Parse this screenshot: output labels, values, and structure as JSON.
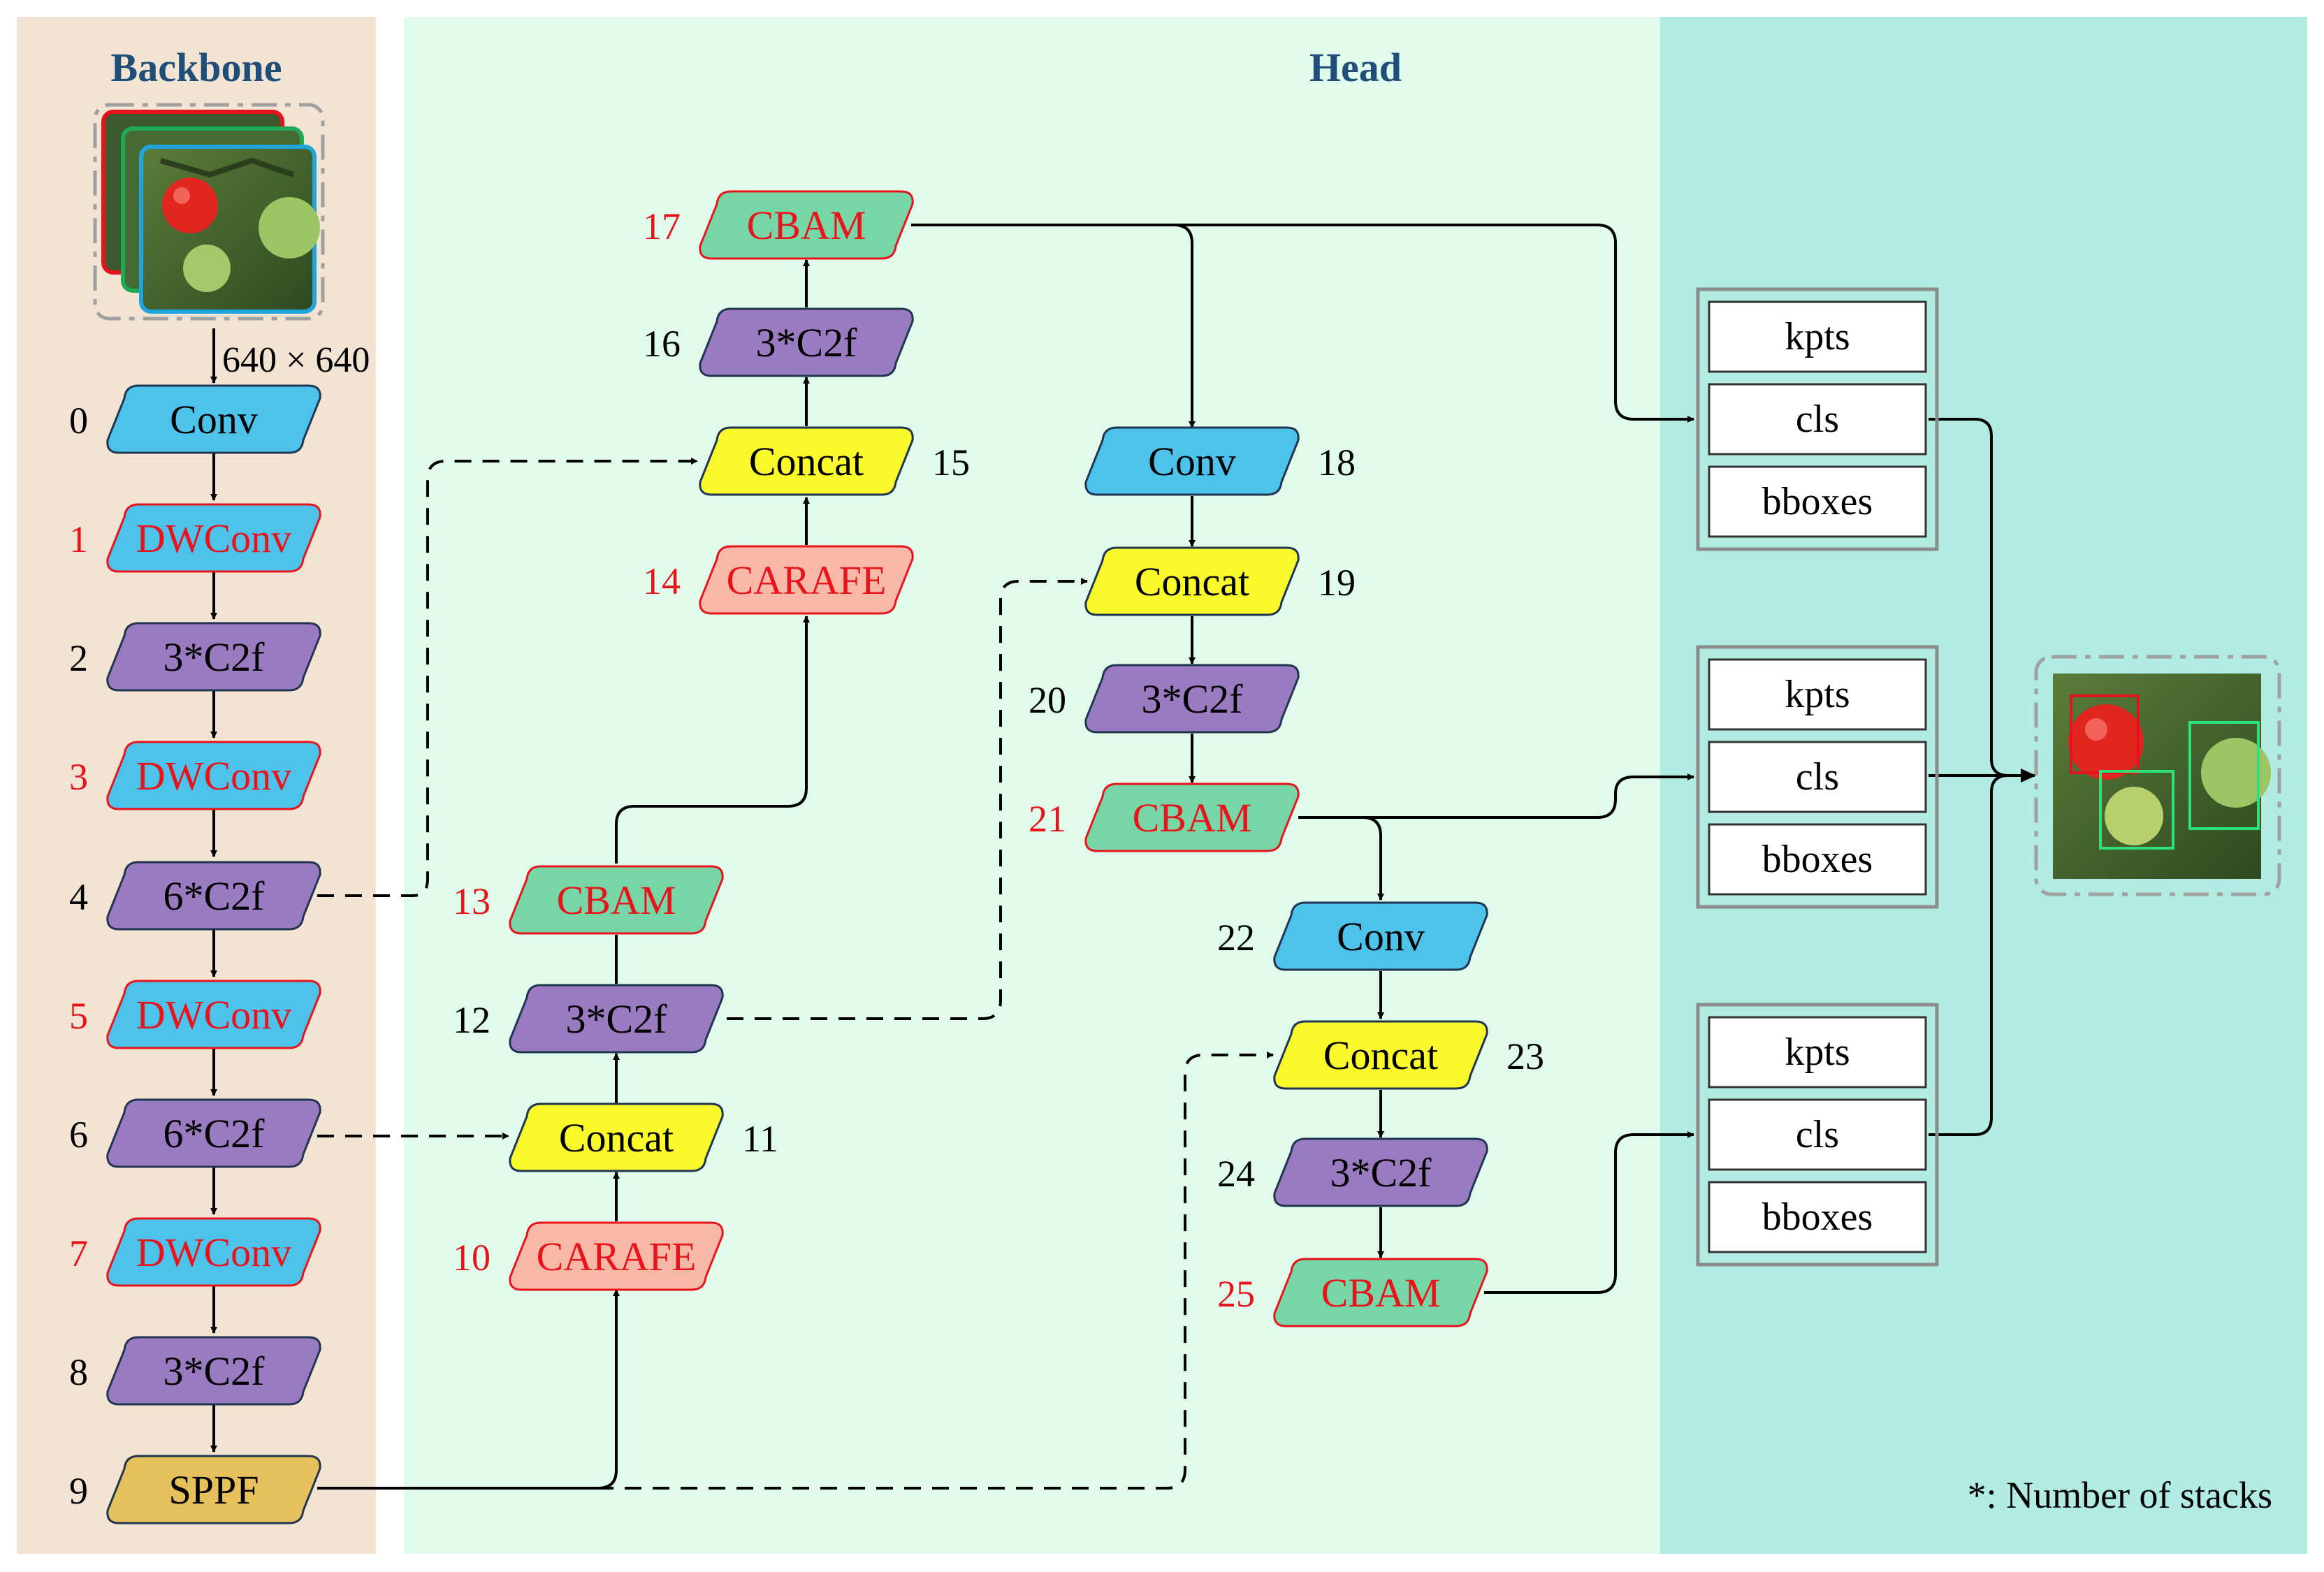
{
  "sections": {
    "backbone_title": "Backbone",
    "head_title": "Head"
  },
  "input_size": "640 × 640",
  "footnote": "*: Number of stacks",
  "colors": {
    "backbone_bg": "#f2e3d3",
    "neck_bg": "#e0fbec",
    "head_bg": "#b1ebe1",
    "title": "#1f4e79",
    "modified": "#e8131b",
    "conv": "#4dc3ec",
    "c2f": "#9a7bc1",
    "concat": "#f9f92c",
    "cbam": "#76d6a6",
    "carafe": "#f8b8a8",
    "sppf": "#e5c05b"
  },
  "backbone": [
    {
      "index": "0",
      "label": "Conv",
      "kind": "conv",
      "modified": false
    },
    {
      "index": "1",
      "label": "DWConv",
      "kind": "conv",
      "modified": true
    },
    {
      "index": "2",
      "label": "3*C2f",
      "kind": "c2f",
      "modified": false
    },
    {
      "index": "3",
      "label": "DWConv",
      "kind": "conv",
      "modified": true
    },
    {
      "index": "4",
      "label": "6*C2f",
      "kind": "c2f",
      "modified": false
    },
    {
      "index": "5",
      "label": "DWConv",
      "kind": "conv",
      "modified": true
    },
    {
      "index": "6",
      "label": "6*C2f",
      "kind": "c2f",
      "modified": false
    },
    {
      "index": "7",
      "label": "DWConv",
      "kind": "conv",
      "modified": true
    },
    {
      "index": "8",
      "label": "3*C2f",
      "kind": "c2f",
      "modified": false
    },
    {
      "index": "9",
      "label": "SPPF",
      "kind": "sppf",
      "modified": false
    }
  ],
  "neck": [
    {
      "index": "10",
      "label": "CARAFE",
      "kind": "carafe",
      "modified": true
    },
    {
      "index": "11",
      "label": "Concat",
      "kind": "concat",
      "modified": false
    },
    {
      "index": "12",
      "label": "3*C2f",
      "kind": "c2f",
      "modified": false
    },
    {
      "index": "13",
      "label": "CBAM",
      "kind": "cbam",
      "modified": true
    },
    {
      "index": "14",
      "label": "CARAFE",
      "kind": "carafe",
      "modified": true
    },
    {
      "index": "15",
      "label": "Concat",
      "kind": "concat",
      "modified": false
    },
    {
      "index": "16",
      "label": "3*C2f",
      "kind": "c2f",
      "modified": false
    },
    {
      "index": "17",
      "label": "CBAM",
      "kind": "cbam",
      "modified": true
    },
    {
      "index": "18",
      "label": "Conv",
      "kind": "conv",
      "modified": false
    },
    {
      "index": "19",
      "label": "Concat",
      "kind": "concat",
      "modified": false
    },
    {
      "index": "20",
      "label": "3*C2f",
      "kind": "c2f",
      "modified": false
    },
    {
      "index": "21",
      "label": "CBAM",
      "kind": "cbam",
      "modified": true
    },
    {
      "index": "22",
      "label": "Conv",
      "kind": "conv",
      "modified": false
    },
    {
      "index": "23",
      "label": "Concat",
      "kind": "concat",
      "modified": false
    },
    {
      "index": "24",
      "label": "3*C2f",
      "kind": "c2f",
      "modified": false
    },
    {
      "index": "25",
      "label": "CBAM",
      "kind": "cbam",
      "modified": true
    }
  ],
  "outputs": [
    {
      "rows": [
        "kpts",
        "cls",
        "bboxes"
      ]
    },
    {
      "rows": [
        "kpts",
        "cls",
        "bboxes"
      ]
    },
    {
      "rows": [
        "kpts",
        "cls",
        "bboxes"
      ]
    }
  ]
}
